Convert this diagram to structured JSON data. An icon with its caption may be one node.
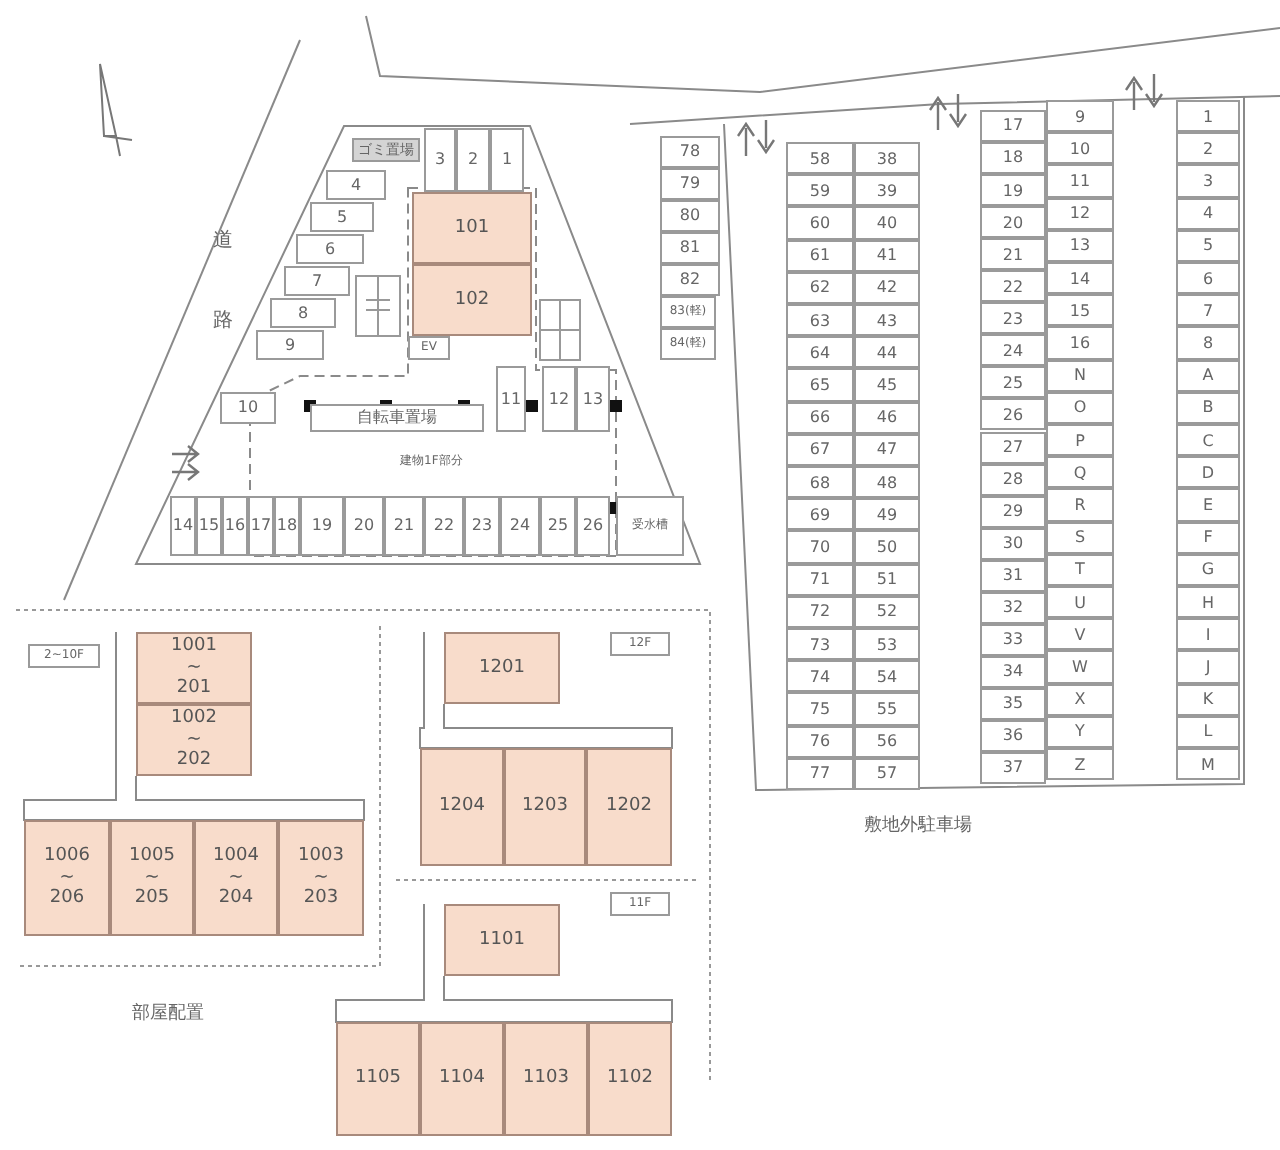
{
  "diagram": {
    "nodes": [
      {
        "text": [
          "ゴミ置場"
        ]
      },
      {
        "text": [
          "3"
        ]
      },
      {
        "text": [
          "2"
        ]
      },
      {
        "text": [
          "1"
        ]
      },
      {
        "text": [
          "4"
        ]
      },
      {
        "text": [
          "5"
        ]
      },
      {
        "text": [
          "6"
        ]
      },
      {
        "text": [
          "7"
        ]
      },
      {
        "text": [
          "8"
        ]
      },
      {
        "text": [
          "9"
        ]
      },
      {
        "text": [
          "101"
        ]
      },
      {
        "text": [
          "102"
        ]
      },
      {
        "text": [
          "EV"
        ]
      },
      {
        "text": [
          "10"
        ]
      },
      {
        "text": [
          "自転車置場"
        ]
      },
      {
        "text": [
          "11"
        ]
      },
      {
        "text": [
          "12"
        ]
      },
      {
        "text": [
          "13"
        ]
      },
      {
        "text": [
          "14"
        ]
      },
      {
        "text": [
          "15"
        ]
      },
      {
        "text": [
          "16"
        ]
      },
      {
        "text": [
          "17"
        ]
      },
      {
        "text": [
          "18"
        ]
      },
      {
        "text": [
          "19"
        ]
      },
      {
        "text": [
          "20"
        ]
      },
      {
        "text": [
          "21"
        ]
      },
      {
        "text": [
          "22"
        ]
      },
      {
        "text": [
          "23"
        ]
      },
      {
        "text": [
          "24"
        ]
      },
      {
        "text": [
          "25"
        ]
      },
      {
        "text": [
          "26"
        ]
      },
      {
        "text": [
          "受水槽"
        ]
      },
      {
        "text": [
          "78"
        ]
      },
      {
        "text": [
          "79"
        ]
      },
      {
        "text": [
          "80"
        ]
      },
      {
        "text": [
          "81"
        ]
      },
      {
        "text": [
          "82"
        ]
      },
      {
        "text": [
          "83(軽)"
        ]
      },
      {
        "text": [
          "84(軽)"
        ]
      },
      {
        "text": [
          "58"
        ]
      },
      {
        "text": [
          "59"
        ]
      },
      {
        "text": [
          "60"
        ]
      },
      {
        "text": [
          "61"
        ]
      },
      {
        "text": [
          "62"
        ]
      },
      {
        "text": [
          "63"
        ]
      },
      {
        "text": [
          "64"
        ]
      },
      {
        "text": [
          "65"
        ]
      },
      {
        "text": [
          "66"
        ]
      },
      {
        "text": [
          "67"
        ]
      },
      {
        "text": [
          "68"
        ]
      },
      {
        "text": [
          "69"
        ]
      },
      {
        "text": [
          "70"
        ]
      },
      {
        "text": [
          "71"
        ]
      },
      {
        "text": [
          "72"
        ]
      },
      {
        "text": [
          "73"
        ]
      },
      {
        "text": [
          "74"
        ]
      },
      {
        "text": [
          "75"
        ]
      },
      {
        "text": [
          "76"
        ]
      },
      {
        "text": [
          "77"
        ]
      },
      {
        "text": [
          "38"
        ]
      },
      {
        "text": [
          "39"
        ]
      },
      {
        "text": [
          "40"
        ]
      },
      {
        "text": [
          "41"
        ]
      },
      {
        "text": [
          "42"
        ]
      },
      {
        "text": [
          "43"
        ]
      },
      {
        "text": [
          "44"
        ]
      },
      {
        "text": [
          "45"
        ]
      },
      {
        "text": [
          "46"
        ]
      },
      {
        "text": [
          "47"
        ]
      },
      {
        "text": [
          "48"
        ]
      },
      {
        "text": [
          "49"
        ]
      },
      {
        "text": [
          "50"
        ]
      },
      {
        "text": [
          "51"
        ]
      },
      {
        "text": [
          "52"
        ]
      },
      {
        "text": [
          "53"
        ]
      },
      {
        "text": [
          "54"
        ]
      },
      {
        "text": [
          "55"
        ]
      },
      {
        "text": [
          "56"
        ]
      },
      {
        "text": [
          "57"
        ]
      },
      {
        "text": [
          "17"
        ]
      },
      {
        "text": [
          "18"
        ]
      },
      {
        "text": [
          "19"
        ]
      },
      {
        "text": [
          "20"
        ]
      },
      {
        "text": [
          "21"
        ]
      },
      {
        "text": [
          "22"
        ]
      },
      {
        "text": [
          "23"
        ]
      },
      {
        "text": [
          "24"
        ]
      },
      {
        "text": [
          "25"
        ]
      },
      {
        "text": [
          "26"
        ]
      },
      {
        "text": [
          "27"
        ]
      },
      {
        "text": [
          "28"
        ]
      },
      {
        "text": [
          "29"
        ]
      },
      {
        "text": [
          "30"
        ]
      },
      {
        "text": [
          "31"
        ]
      },
      {
        "text": [
          "32"
        ]
      },
      {
        "text": [
          "33"
        ]
      },
      {
        "text": [
          "34"
        ]
      },
      {
        "text": [
          "35"
        ]
      },
      {
        "text": [
          "36"
        ]
      },
      {
        "text": [
          "37"
        ]
      },
      {
        "text": [
          "9"
        ]
      },
      {
        "text": [
          "10"
        ]
      },
      {
        "text": [
          "11"
        ]
      },
      {
        "text": [
          "12"
        ]
      },
      {
        "text": [
          "13"
        ]
      },
      {
        "text": [
          "14"
        ]
      },
      {
        "text": [
          "15"
        ]
      },
      {
        "text": [
          "16"
        ]
      },
      {
        "text": [
          "N"
        ]
      },
      {
        "text": [
          "O"
        ]
      },
      {
        "text": [
          "P"
        ]
      },
      {
        "text": [
          "Q"
        ]
      },
      {
        "text": [
          "R"
        ]
      },
      {
        "text": [
          "S"
        ]
      },
      {
        "text": [
          "T"
        ]
      },
      {
        "text": [
          "U"
        ]
      },
      {
        "text": [
          "V"
        ]
      },
      {
        "text": [
          "W"
        ]
      },
      {
        "text": [
          "X"
        ]
      },
      {
        "text": [
          "Y"
        ]
      },
      {
        "text": [
          "Z"
        ]
      },
      {
        "text": [
          "1"
        ]
      },
      {
        "text": [
          "2"
        ]
      },
      {
        "text": [
          "3"
        ]
      },
      {
        "text": [
          "4"
        ]
      },
      {
        "text": [
          "5"
        ]
      },
      {
        "text": [
          "6"
        ]
      },
      {
        "text": [
          "7"
        ]
      },
      {
        "text": [
          "8"
        ]
      },
      {
        "text": [
          "A"
        ]
      },
      {
        "text": [
          "B"
        ]
      },
      {
        "text": [
          "C"
        ]
      },
      {
        "text": [
          "D"
        ]
      },
      {
        "text": [
          "E"
        ]
      },
      {
        "text": [
          "F"
        ]
      },
      {
        "text": [
          "G"
        ]
      },
      {
        "text": [
          "H"
        ]
      },
      {
        "text": [
          "I"
        ]
      },
      {
        "text": [
          "J"
        ]
      },
      {
        "text": [
          "K"
        ]
      },
      {
        "text": [
          "L"
        ]
      },
      {
        "text": [
          "M"
        ]
      },
      {
        "text": [
          "2~10F"
        ]
      },
      {
        "text": [
          "1001 ~ 201"
        ]
      },
      {
        "text": [
          "1002 ~ 202"
        ]
      },
      {
        "text": [
          "1006 ~ 206"
        ]
      },
      {
        "text": [
          "1005 ~ 205"
        ]
      },
      {
        "text": [
          "1004 ~ 204"
        ]
      },
      {
        "text": [
          "1003 ~ 203"
        ]
      },
      {
        "text": [
          "1201"
        ]
      },
      {
        "text": [
          "12F"
        ]
      },
      {
        "text": [
          "1204"
        ]
      },
      {
        "text": [
          "1203"
        ]
      },
      {
        "text": [
          "1202"
        ]
      },
      {
        "text": [
          "1101"
        ]
      },
      {
        "text": [
          "11F"
        ]
      },
      {
        "text": [
          "1105"
        ]
      },
      {
        "text": [
          "1104"
        ]
      },
      {
        "text": [
          "1103"
        ]
      },
      {
        "text": [
          "1102"
        ]
      }
    ],
    "labels": [
      "道路",
      "建物1F部分",
      "敷地外駐車場",
      "部屋配置"
    ]
  }
}
